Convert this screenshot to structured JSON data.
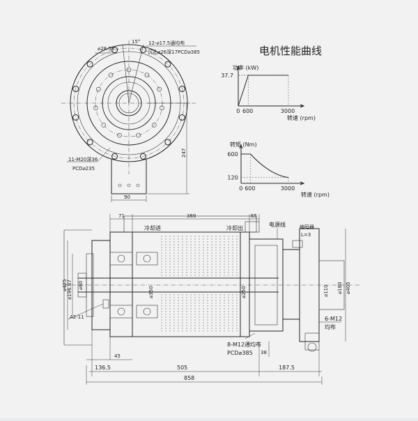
{
  "colors": {
    "paper": "#f2f2f2",
    "ink": "#222222"
  },
  "front_view": {
    "angle": "15°",
    "hole_dia": "⌀28.58",
    "bolt_note": "12-⌀17.5通均布",
    "bolt_note2": "沉孔⌀26深17PCD⌀385",
    "tapped_note": "11-M20深36",
    "tapped_pcd": "PCD⌀235",
    "dim_height": "247",
    "dim_width": "90"
  },
  "chart_data": [
    {
      "type": "line",
      "title": "电机性能曲线",
      "ylabel": "功率 (kW)",
      "xlabel": "转速 (rpm)",
      "x": [
        0,
        600,
        3000
      ],
      "y": [
        0,
        37.7,
        37.7
      ],
      "ylim": [
        0,
        37.7
      ],
      "xlim": [
        0,
        3000
      ],
      "yticks": [
        "37.7"
      ],
      "xticks": [
        "0",
        "600",
        "3000"
      ]
    },
    {
      "type": "line",
      "ylabel": "转矩 (Nm)",
      "xlabel": "转速 (rpm)",
      "x": [
        0,
        600,
        3000
      ],
      "y": [
        600,
        600,
        120
      ],
      "ylim": [
        0,
        600
      ],
      "xlim": [
        0,
        3000
      ],
      "yticks": [
        "600",
        "120"
      ],
      "xticks": [
        "0",
        "600",
        "3000"
      ]
    }
  ],
  "side_view": {
    "dim_71": "71",
    "dim_369": "369",
    "dim_65": "65",
    "coolant_in": "冷却进",
    "coolant_out": "冷却出",
    "power_cable": "电源线",
    "encoder": "编码器",
    "encoder_spec": "L=3",
    "dia_425": "⌀425",
    "dia_196": "⌀196.87",
    "dia_80": "⌀80",
    "dia_350": "⌀350",
    "dia_250": "⌀250",
    "dia_180": "⌀180",
    "dia_110": "⌀110",
    "dia_405": "⌀405",
    "a2": "A2-11",
    "m12_6": "6-M12",
    "m12_6b": "均布",
    "m12_8": "8-M12通均布",
    "pcd385": "PCD⌀385",
    "dim_45": "45",
    "dim_38": "38",
    "dim_136": "136.5",
    "dim_505": "505",
    "dim_187": "187.5",
    "dim_858": "858"
  }
}
